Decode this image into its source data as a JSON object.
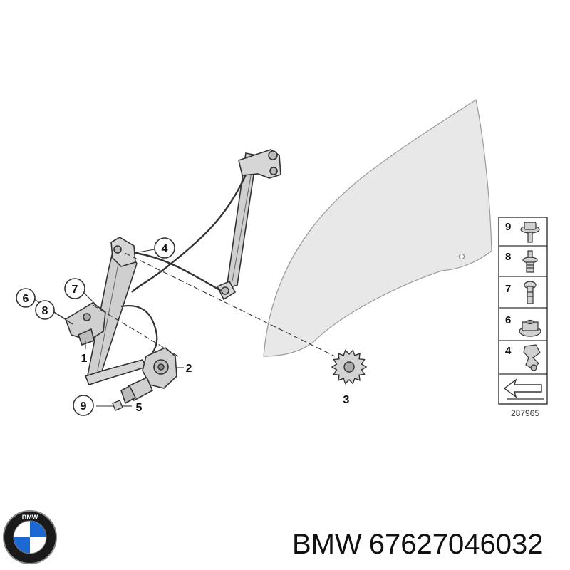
{
  "diagram": {
    "callouts": [
      {
        "id": "c6",
        "label": "6"
      },
      {
        "id": "c8",
        "label": "8"
      },
      {
        "id": "c7",
        "label": "7"
      },
      {
        "id": "c4",
        "label": "4"
      },
      {
        "id": "c9",
        "label": "9"
      }
    ],
    "plain_labels": [
      {
        "id": "p1",
        "label": "1"
      },
      {
        "id": "p2",
        "label": "2"
      },
      {
        "id": "p3",
        "label": "3"
      },
      {
        "id": "p5",
        "label": "5"
      }
    ],
    "legend": {
      "items": [
        {
          "label": "9",
          "icon": "flange-bolt-icon"
        },
        {
          "label": "8",
          "icon": "threaded-stud-icon"
        },
        {
          "label": "7",
          "icon": "screw-icon"
        },
        {
          "label": "6",
          "icon": "hex-nut-icon"
        },
        {
          "label": "4",
          "icon": "clip-icon"
        }
      ],
      "arrow_icon": "direction-arrow-icon"
    },
    "diagram_number": "287965"
  },
  "brand": {
    "logo_icon": "bmw-roundel-logo",
    "logo_text": "BMW",
    "name": "BMW",
    "part_number": "67627046032"
  },
  "colors": {
    "line": "#333333",
    "glass": "#e6e6e6",
    "blue": "#1c69d4"
  }
}
